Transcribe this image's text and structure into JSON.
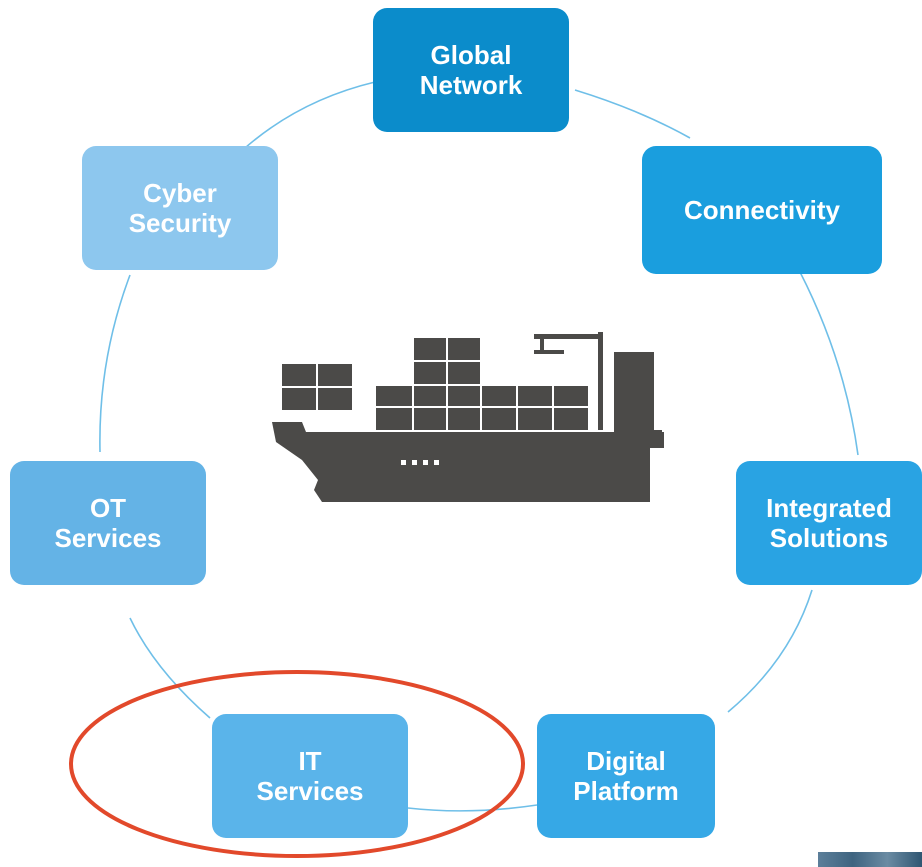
{
  "diagram": {
    "center_icon": "container-ship-icon",
    "nodes": [
      {
        "id": "global-network",
        "label": "Global\nNetwork",
        "color": "#0b8ccb"
      },
      {
        "id": "connectivity",
        "label": "Connectivity",
        "color": "#1a9ede"
      },
      {
        "id": "integrated-solutions",
        "label": "Integrated\nSolutions",
        "color": "#29a3e3"
      },
      {
        "id": "digital-platform",
        "label": "Digital\nPlatform",
        "color": "#36a8e6"
      },
      {
        "id": "it-services",
        "label": "IT\nServices",
        "color": "#5ab4ea"
      },
      {
        "id": "ot-services",
        "label": "OT\nServices",
        "color": "#64b3e6"
      },
      {
        "id": "cyber-security",
        "label": "Cyber\nSecurity",
        "color": "#8dc7ee"
      }
    ],
    "ring_color": "#6fbfe8",
    "highlight_color": "#e2492b",
    "ship_color": "#4b4a48"
  }
}
